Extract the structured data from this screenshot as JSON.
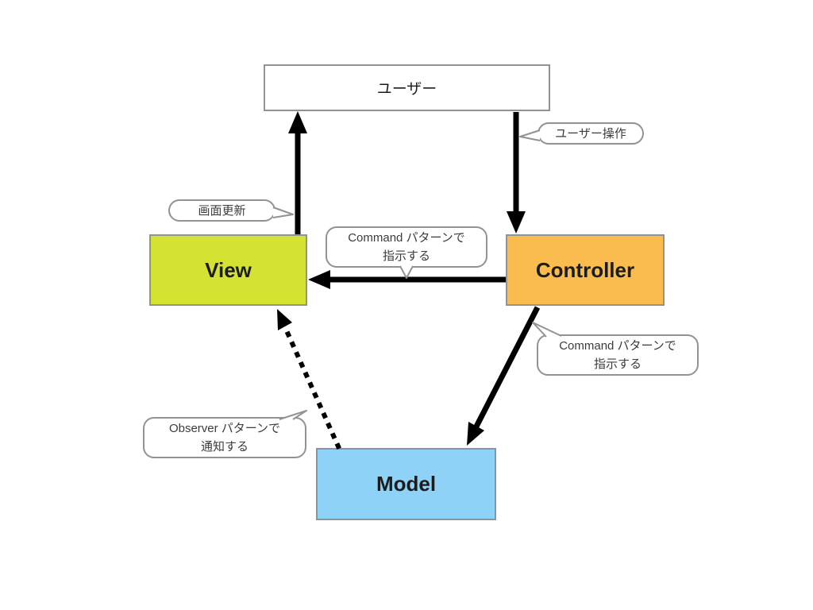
{
  "diagram": {
    "type": "mvc-pattern-flow",
    "nodes": {
      "user": {
        "label": "ユーザー",
        "fill": "#ffffff"
      },
      "view": {
        "label": "View",
        "fill": "#d4e332"
      },
      "controller": {
        "label": "Controller",
        "fill": "#fbbc4f"
      },
      "model": {
        "label": "Model",
        "fill": "#8ed3f7"
      }
    },
    "callouts": {
      "user_action": {
        "label": "ユーザー操作"
      },
      "screen_update": {
        "label": "画面更新"
      },
      "command_to_view": {
        "line1": "Command パターンで",
        "line2": "指示する"
      },
      "command_to_model": {
        "line1": "Command パターンで",
        "line2": "指示する"
      },
      "observer_notify": {
        "line1": "Observer パターンで",
        "line2": "通知する"
      }
    },
    "edges": [
      {
        "from": "view",
        "to": "user",
        "style": "solid",
        "label": "画面更新"
      },
      {
        "from": "user",
        "to": "controller",
        "style": "solid",
        "label": "ユーザー操作"
      },
      {
        "from": "controller",
        "to": "view",
        "style": "solid",
        "label": "Command パターンで 指示する"
      },
      {
        "from": "controller",
        "to": "model",
        "style": "solid",
        "label": "Command パターンで 指示する"
      },
      {
        "from": "model",
        "to": "view",
        "style": "dotted",
        "label": "Observer パターンで 通知する"
      }
    ],
    "colors": {
      "arrow": "#000000",
      "box_border": "#909295",
      "bubble_border": "#909295",
      "background": "#ffffff",
      "text": "#1c1c1c"
    }
  }
}
